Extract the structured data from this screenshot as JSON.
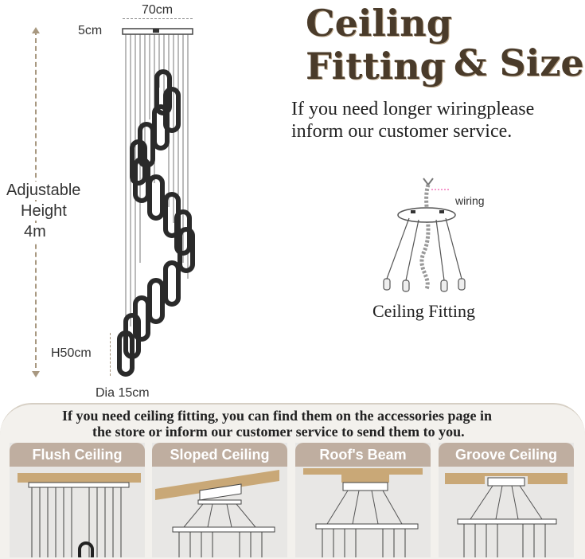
{
  "heading": {
    "line1": "Ceiling Fitting",
    "line2": "& Size"
  },
  "note": {
    "line1": "If you need longer wiringplease",
    "line2": "inform our customer service."
  },
  "dimensions": {
    "width": "70cm",
    "canopy_height": "5cm",
    "adjustable_line1": "Adjustable",
    "adjustable_line2": "Height",
    "adjustable_line3": "4m",
    "ring_height": "H50cm",
    "diameter": "Dia 15cm"
  },
  "fitting_diagram": {
    "wiring_label": "wiring",
    "caption": "Ceiling Fitting"
  },
  "bottom": {
    "line1": "If you need ceiling fitting, you can find them on the accessories page in",
    "line2": "the store or inform our customer service to send them to you.",
    "panels": [
      {
        "label": "Flush Ceiling"
      },
      {
        "label": "Sloped Ceiling"
      },
      {
        "label": "Roof's Beam"
      },
      {
        "label": "Groove Ceiling"
      }
    ]
  },
  "colors": {
    "heading": "#4a3b2a",
    "tab": "#bfaea0",
    "wood": "#c9a877"
  }
}
